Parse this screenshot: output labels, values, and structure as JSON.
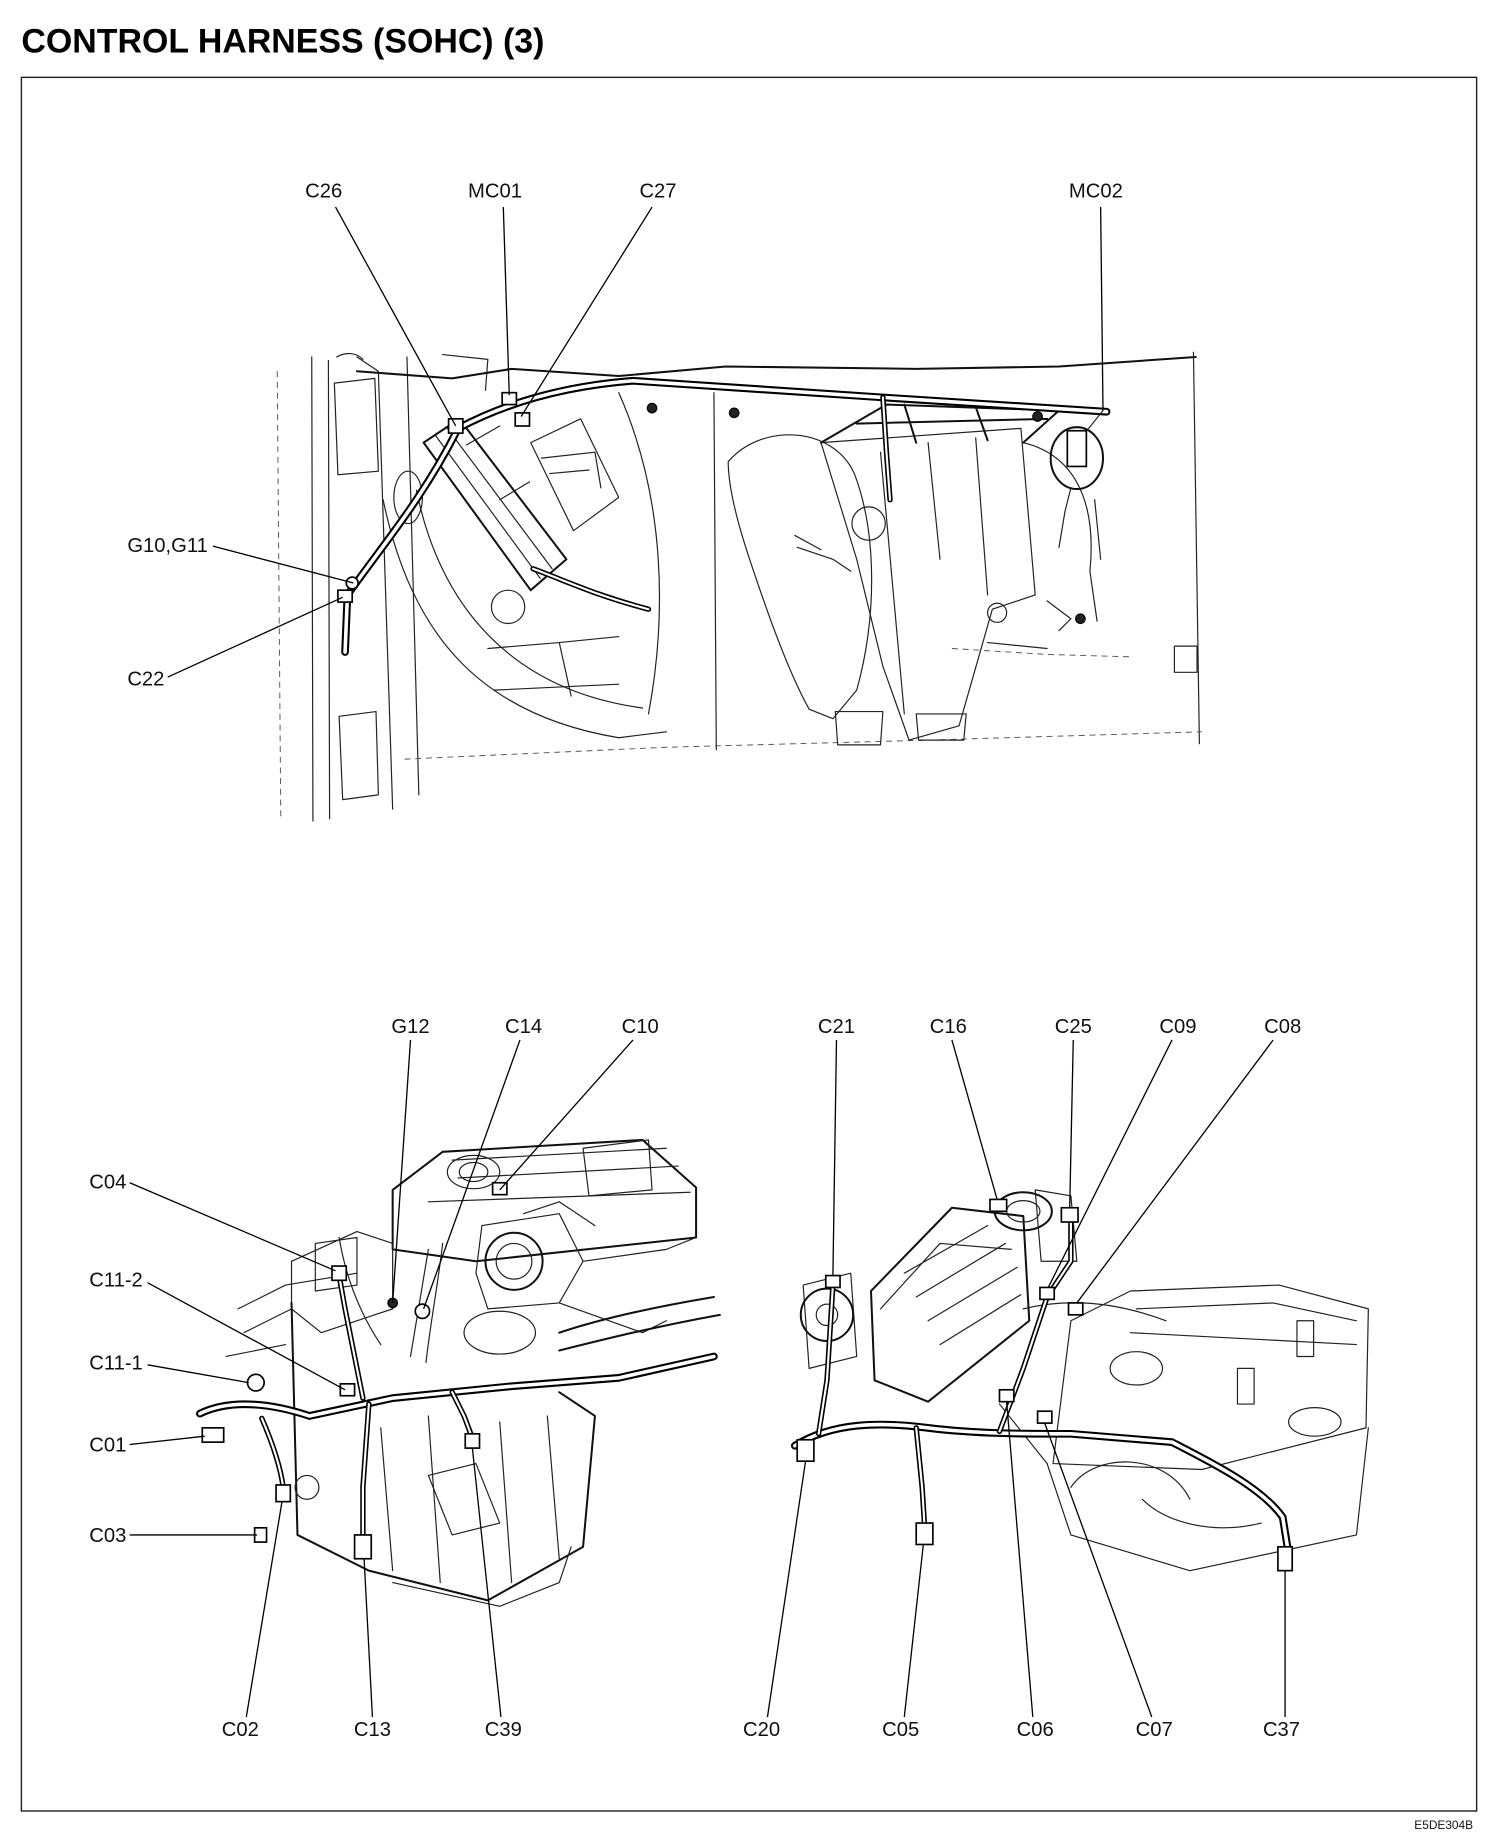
{
  "title": "CONTROL HARNESS (SOHC) (3)",
  "figure_code": "E5DE304B",
  "views": {
    "dash_panel": {
      "labels": [
        "C26",
        "MC01",
        "C27",
        "MC02",
        "G10,G11",
        "C22"
      ]
    },
    "engine_left": {
      "labels": [
        "G12",
        "C14",
        "C10",
        "C04",
        "C11-2",
        "C11-1",
        "C01",
        "C03",
        "C02",
        "C13",
        "C39"
      ]
    },
    "engine_right": {
      "labels": [
        "C21",
        "C16",
        "C25",
        "C09",
        "C08",
        "C20",
        "C05",
        "C06",
        "C07",
        "C37"
      ]
    }
  }
}
